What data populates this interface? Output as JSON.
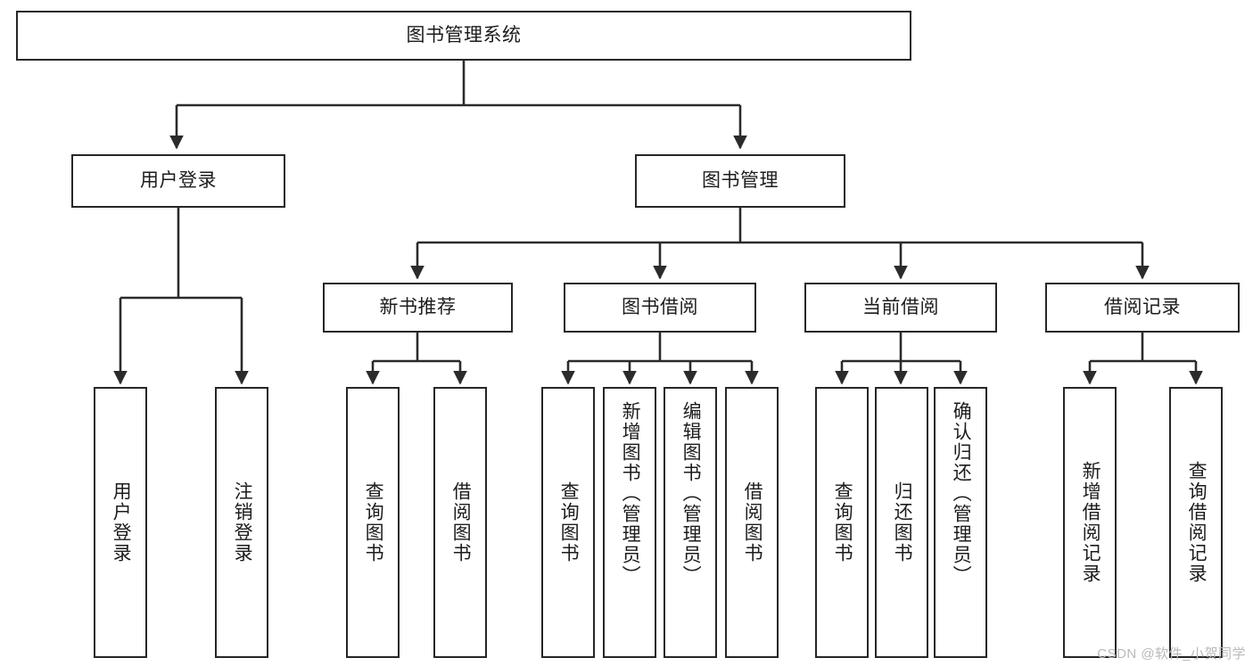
{
  "diagram": {
    "type": "tree-hierarchy",
    "title": "图书管理系统",
    "watermark": "CSDN @软件_小贺同学",
    "colors": {
      "box_border": "#262626",
      "box_fill": "#ffffff",
      "connector": "#2b2b2b",
      "text": "#1c1c1c",
      "watermark": "#b9b9b9",
      "background": "#ffffff"
    },
    "levels": 4,
    "nodes": {
      "root": {
        "label": "图书管理系统",
        "level": 1
      },
      "l2": [
        {
          "id": "user-login",
          "label": "用户登录",
          "level": 2
        },
        {
          "id": "book-manage",
          "label": "图书管理",
          "level": 2
        }
      ],
      "l3": [
        {
          "id": "new-book-rec",
          "label": "新书推荐",
          "level": 3,
          "parent": "book-manage"
        },
        {
          "id": "book-borrow",
          "label": "图书借阅",
          "level": 3,
          "parent": "book-manage"
        },
        {
          "id": "current-borrow",
          "label": "当前借阅",
          "level": 3,
          "parent": "book-manage"
        },
        {
          "id": "borrow-record",
          "label": "借阅记录",
          "level": 3,
          "parent": "book-manage"
        }
      ],
      "leaves": [
        {
          "id": "leaf-user-login",
          "label": "用户登录",
          "parent": "user-login"
        },
        {
          "id": "leaf-user-logout",
          "label": "注销登录",
          "parent": "user-login"
        },
        {
          "id": "leaf-query-book-1",
          "label": "查询图书",
          "parent": "new-book-rec"
        },
        {
          "id": "leaf-borrow-book-1",
          "label": "借阅图书",
          "parent": "new-book-rec"
        },
        {
          "id": "leaf-query-book-2",
          "label": "查询图书",
          "parent": "book-borrow"
        },
        {
          "id": "leaf-add-book",
          "label": "新增图书（管理员）",
          "parent": "book-borrow"
        },
        {
          "id": "leaf-edit-book",
          "label": "编辑图书（管理员）",
          "parent": "book-borrow"
        },
        {
          "id": "leaf-borrow-book-2",
          "label": "借阅图书",
          "parent": "book-borrow"
        },
        {
          "id": "leaf-query-book-3",
          "label": "查询图书",
          "parent": "current-borrow"
        },
        {
          "id": "leaf-return-book",
          "label": "归还图书",
          "parent": "current-borrow"
        },
        {
          "id": "leaf-confirm-return",
          "label": "确认归还（管理员）",
          "parent": "current-borrow"
        },
        {
          "id": "leaf-add-record",
          "label": "新增借阅记录",
          "parent": "borrow-record"
        },
        {
          "id": "leaf-query-record",
          "label": "查询借阅记录",
          "parent": "borrow-record"
        }
      ]
    }
  }
}
